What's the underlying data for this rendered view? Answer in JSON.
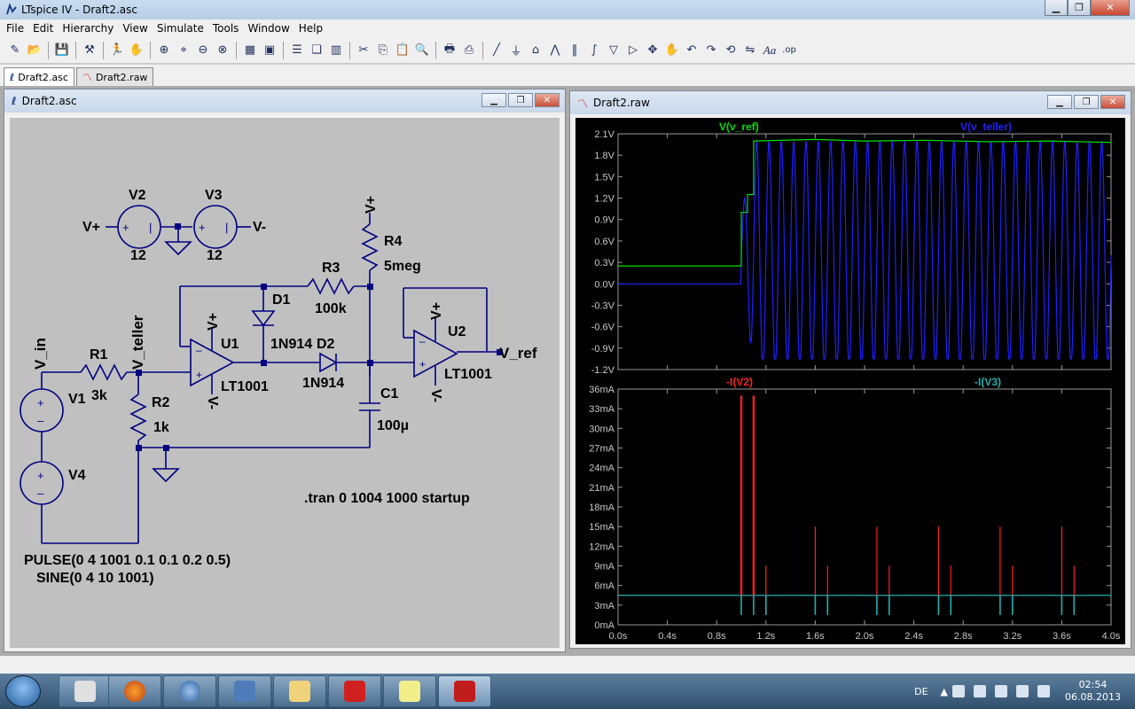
{
  "window": {
    "title": "LTspice IV - Draft2.asc"
  },
  "menu": [
    "File",
    "Edit",
    "Hierarchy",
    "View",
    "Simulate",
    "Tools",
    "Window",
    "Help"
  ],
  "doc_tabs": [
    {
      "label": "Draft2.asc",
      "icon": "schematic-icon",
      "active": true
    },
    {
      "label": "Draft2.raw",
      "icon": "waveform-icon",
      "active": false
    }
  ],
  "schematic": {
    "title": "Draft2.asc",
    "labels": {
      "v2": "V2",
      "v2_val": "12",
      "v3": "V3",
      "v3_val": "12",
      "vplus1": "V+",
      "vminus1": "V-",
      "vplus_r4": "V+",
      "r4": "R4",
      "r4_val": "5meg",
      "r3": "R3",
      "r3_val": "100k",
      "d1": "D1",
      "d1_model": "1N914",
      "d2": "D2",
      "d2_model": "1N914",
      "u1": "U1",
      "u1_model": "LT1001",
      "u1_vplus": "V+",
      "u1_vminus": "V-",
      "u2": "U2",
      "u2_model": "LT1001",
      "u2_vplus": "V+",
      "u2_vminus": "V-",
      "c1": "C1",
      "c1_val": "100µ",
      "vin": "V_in",
      "vteller": "V_teller",
      "vref": "V_ref",
      "r1": "R1",
      "r1_val": "3k",
      "r2": "R2",
      "r2_val": "1k",
      "v1": "V1",
      "v4": "V4",
      "pulse": "PULSE(0 4 1001 0.1 0.1 0.2 0.5)",
      "sine": "SINE(0 4 10 1001)",
      "directive": ".tran 0 1004 1000 startup"
    }
  },
  "waveform": {
    "title": "Draft2.raw",
    "chart_data": [
      {
        "type": "line",
        "series": [
          {
            "name": "V(v_ref)",
            "color": "#00e000"
          },
          {
            "name": "V(v_teller)",
            "color": "#2020ff"
          }
        ],
        "ylim": [
          -1.2,
          2.1
        ],
        "yticks": [
          "2.1V",
          "1.8V",
          "1.5V",
          "1.2V",
          "0.9V",
          "0.6V",
          "0.3V",
          "0.0V",
          "-0.3V",
          "-0.6V",
          "-0.9V",
          "-1.2V"
        ],
        "xlim": [
          0,
          4.0
        ],
        "v_ref_points": [
          [
            0,
            0.25
          ],
          [
            1.0,
            0.25
          ],
          [
            1.0,
            1.0
          ],
          [
            1.05,
            1.0
          ],
          [
            1.05,
            1.25
          ],
          [
            1.1,
            1.25
          ],
          [
            1.1,
            2.0
          ],
          [
            1.6,
            2.02
          ],
          [
            2.0,
            2.0
          ],
          [
            2.5,
            2.01
          ],
          [
            3.0,
            1.99
          ],
          [
            3.5,
            2.0
          ],
          [
            4.0,
            1.98
          ]
        ]
      },
      {
        "type": "line",
        "series": [
          {
            "name": "-I(V2)",
            "color": "#ff2020"
          },
          {
            "name": "-I(V3)",
            "color": "#20b0b0"
          }
        ],
        "ylim": [
          0,
          36
        ],
        "yticks": [
          "36mA",
          "33mA",
          "30mA",
          "27mA",
          "24mA",
          "21mA",
          "18mA",
          "15mA",
          "12mA",
          "9mA",
          "6mA",
          "3mA",
          "0mA"
        ],
        "xlim": [
          0,
          4.0
        ],
        "xticks": [
          "0.0s",
          "0.4s",
          "0.8s",
          "1.2s",
          "1.6s",
          "2.0s",
          "2.4s",
          "2.8s",
          "3.2s",
          "3.6s",
          "4.0s"
        ],
        "baseline_mA": 4.5,
        "spikes_iv2": [
          [
            1.0,
            35
          ],
          [
            1.1,
            35
          ],
          [
            1.2,
            9
          ],
          [
            1.6,
            15
          ],
          [
            1.7,
            9
          ],
          [
            2.1,
            15
          ],
          [
            2.2,
            9
          ],
          [
            2.6,
            15
          ],
          [
            2.7,
            9
          ],
          [
            3.1,
            15
          ],
          [
            3.2,
            9
          ],
          [
            3.6,
            15
          ],
          [
            3.7,
            9
          ]
        ]
      }
    ]
  },
  "tray": {
    "lang": "DE",
    "time": "02:54",
    "date": "06.08.2013"
  }
}
